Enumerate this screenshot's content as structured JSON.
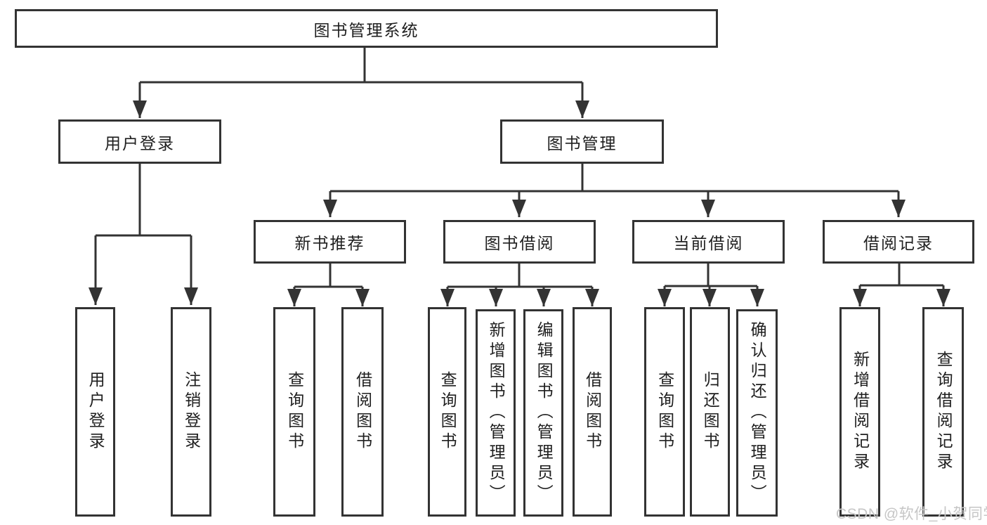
{
  "colors": {
    "background": "#ffffff",
    "line": "#333333",
    "box_border": "#333333",
    "text": "#1f1f1f",
    "watermark": "#c6c6c6"
  },
  "tree": {
    "root": {
      "label": "图书管理系统",
      "children": [
        {
          "label": "用户登录",
          "children": [
            {
              "label": "用户登录"
            },
            {
              "label": "注销登录"
            }
          ]
        },
        {
          "label": "图书管理",
          "children": [
            {
              "label": "新书推荐",
              "children": [
                {
                  "label": "查询图书"
                },
                {
                  "label": "借阅图书"
                }
              ]
            },
            {
              "label": "图书借阅",
              "children": [
                {
                  "label": "查询图书"
                },
                {
                  "label": "新增图书（管理员）"
                },
                {
                  "label": "编辑图书（管理员）"
                },
                {
                  "label": "借阅图书"
                }
              ]
            },
            {
              "label": "当前借阅",
              "children": [
                {
                  "label": "查询图书"
                },
                {
                  "label": "归还图书"
                },
                {
                  "label": "确认归还（管理员）"
                }
              ]
            },
            {
              "label": "借阅记录",
              "children": [
                {
                  "label": "新增借阅记录"
                },
                {
                  "label": "查询借阅记录"
                }
              ]
            }
          ]
        }
      ]
    }
  },
  "watermark": {
    "text": "CSDN @软件_小贺同学"
  }
}
